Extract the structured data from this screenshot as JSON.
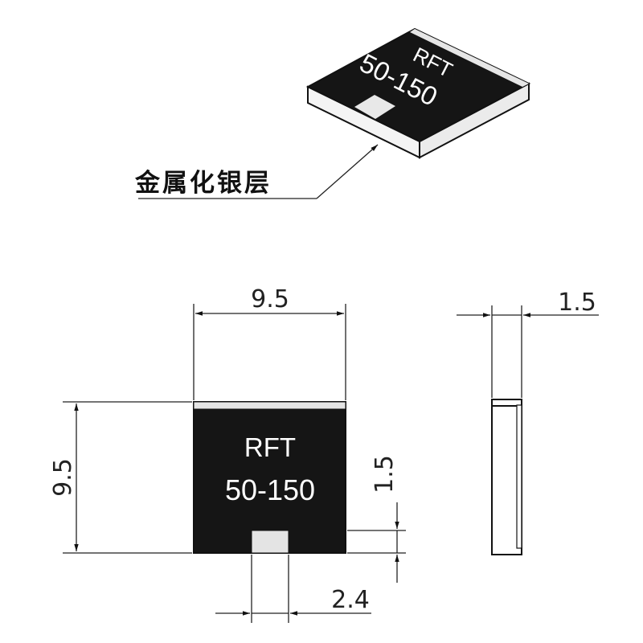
{
  "iso_view": {
    "marking_line1": "RFT",
    "marking_line2": "50-150",
    "callout_label": "金属化银层"
  },
  "front_view": {
    "marking_line1": "RFT",
    "marking_line2": "50-150",
    "dim_width": "9.5",
    "dim_height": "9.5",
    "dim_pad_height": "1.5",
    "dim_pad_width": "2.4"
  },
  "side_view": {
    "dim_thickness": "1.5"
  },
  "colors": {
    "chip_body": "#151515",
    "metallization": "#e4e4e4",
    "substrate_edge": "#f2f2f2"
  }
}
